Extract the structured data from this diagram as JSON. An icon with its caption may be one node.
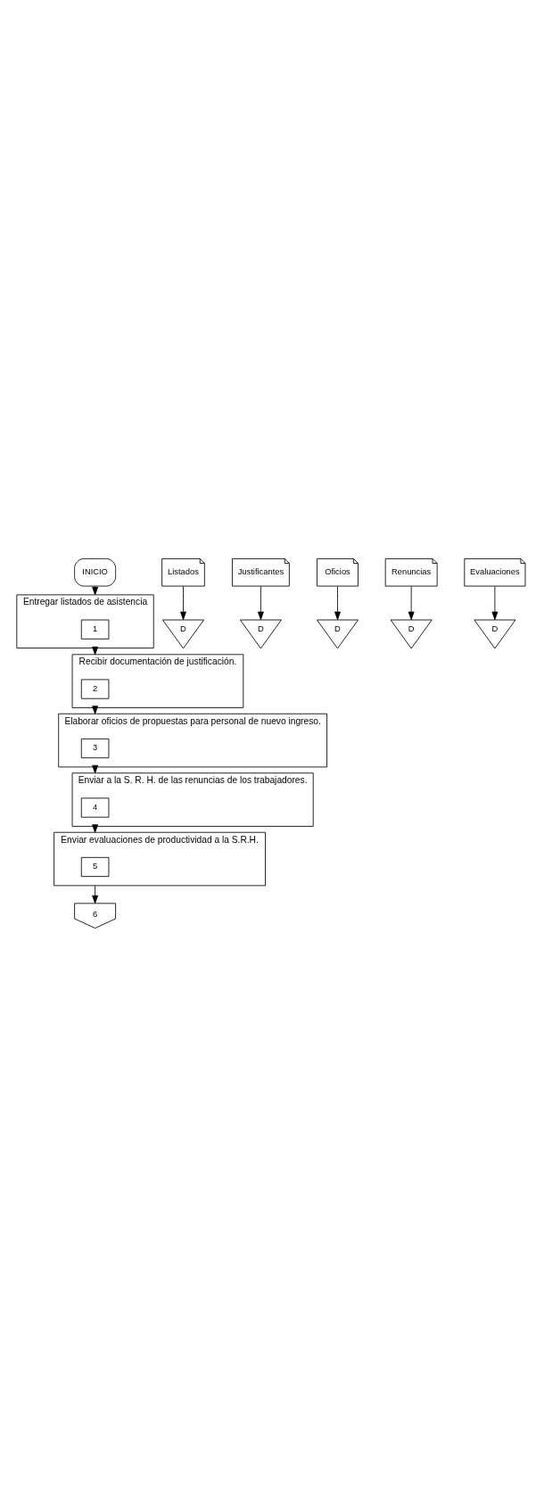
{
  "diagram": {
    "nodes": [
      {
        "text": [
          "INICIO"
        ]
      },
      {
        "text": [
          "Entregar listados de asistencia"
        ]
      },
      {
        "text": [
          "1"
        ],
        "in": 1
      },
      {
        "text": [
          "Listados"
        ]
      },
      {
        "text": [
          "D"
        ]
      },
      {
        "text": [
          "Recibir documentación de justificación."
        ]
      },
      {
        "text": [
          "2"
        ],
        "in": 5
      },
      {
        "text": [
          "Justificantes"
        ]
      },
      {
        "text": [
          "D"
        ]
      },
      {
        "text": [
          "Elaborar oficios de propuestas para personal de nuevo ingreso."
        ]
      },
      {
        "text": [
          "3"
        ],
        "in": 9
      },
      {
        "text": [
          "Oficios"
        ]
      },
      {
        "text": [
          "D"
        ]
      },
      {
        "text": [
          "Enviar a la S. R. H. de las renuncias de los trabajadores."
        ]
      },
      {
        "text": [
          "4"
        ],
        "in": 13
      },
      {
        "text": [
          "Renuncias"
        ]
      },
      {
        "text": [
          "D"
        ]
      },
      {
        "text": [
          "Enviar evaluaciones de productividad a la S.R.H."
        ]
      },
      {
        "text": [
          "5"
        ],
        "in": 17
      },
      {
        "text": [
          "Evaluaciones"
        ]
      },
      {
        "text": [
          "D"
        ]
      },
      {
        "text": [
          "6"
        ]
      }
    ],
    "edges": [
      {
        "from": 0,
        "to": 1,
        "arrow": "to"
      },
      {
        "from": 3,
        "to": 4,
        "arrow": "to"
      },
      {
        "from": 1,
        "to": 5,
        "arrow": "to"
      },
      {
        "from": 7,
        "to": 8,
        "arrow": "to"
      },
      {
        "from": 5,
        "to": 9,
        "arrow": "to"
      },
      {
        "from": 11,
        "to": 12,
        "arrow": "to"
      },
      {
        "from": 9,
        "to": 13,
        "arrow": "to"
      },
      {
        "from": 15,
        "to": 16,
        "arrow": "to"
      },
      {
        "from": 13,
        "to": 17,
        "arrow": "to"
      },
      {
        "from": 19,
        "to": 20,
        "arrow": "to"
      },
      {
        "from": 17,
        "to": 21,
        "arrow": "to"
      }
    ]
  }
}
